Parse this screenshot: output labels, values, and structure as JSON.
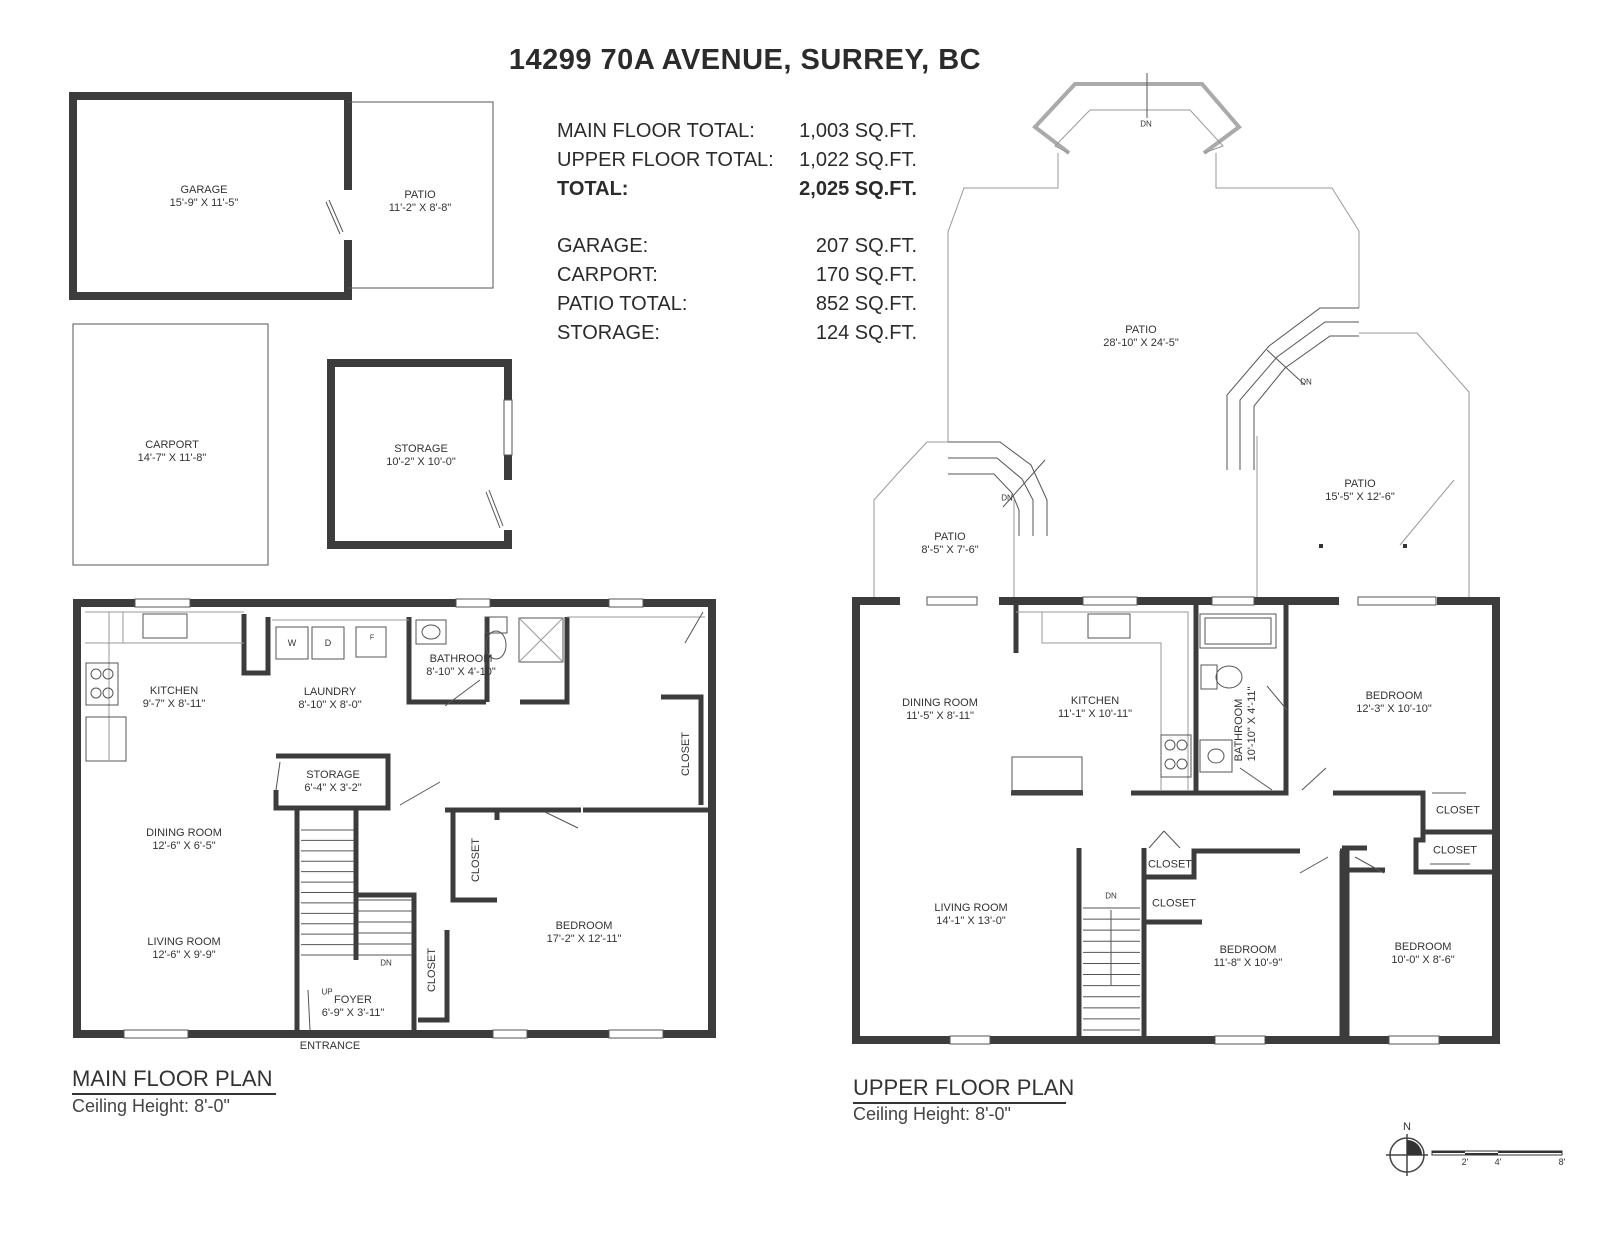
{
  "title": "14299 70A AVENUE, SURREY, BC",
  "area_summary": [
    {
      "label": "MAIN FLOOR TOTAL:",
      "value": "1,003 SQ.FT.",
      "bold": false
    },
    {
      "label": "UPPER FLOOR TOTAL:",
      "value": "1,022 SQ.FT.",
      "bold": false
    },
    {
      "label": "TOTAL:",
      "value": "2,025 SQ.FT.",
      "bold": true
    },
    {
      "label": "GARAGE:",
      "value": "207 SQ.FT.",
      "bold": false
    },
    {
      "label": "CARPORT:",
      "value": "170 SQ.FT.",
      "bold": false
    },
    {
      "label": "PATIO TOTAL:",
      "value": "852 SQ.FT.",
      "bold": false
    },
    {
      "label": "STORAGE:",
      "value": "124 SQ.FT.",
      "bold": false
    }
  ],
  "outbuildings": {
    "garage": {
      "name": "GARAGE",
      "dim": "15'-9\" X 11'-5\""
    },
    "patio": {
      "name": "PATIO",
      "dim": "11'-2\" X 8'-8\""
    },
    "carport": {
      "name": "CARPORT",
      "dim": "14'-7\" X 11'-8\""
    },
    "storage": {
      "name": "STORAGE",
      "dim": "10'-2\" X 10'-0\""
    }
  },
  "main_floor": {
    "plan_title": "MAIN FLOOR PLAN",
    "ceiling": "Ceiling Height: 8'-0\"",
    "rooms": {
      "kitchen": {
        "name": "KITCHEN",
        "dim": "9'-7\" X 8'-11\""
      },
      "laundry": {
        "name": "LAUNDRY",
        "dim": "8'-10\" X 8'-0\""
      },
      "bathroom": {
        "name": "BATHROOM",
        "dim": "8'-10\" X 4'-10\""
      },
      "storage": {
        "name": "STORAGE",
        "dim": "6'-4\" X 3'-2\""
      },
      "dining": {
        "name": "DINING ROOM",
        "dim": "12'-6\" X 6'-5\""
      },
      "living": {
        "name": "LIVING ROOM",
        "dim": "12'-6\" X 9'-9\""
      },
      "bedroom": {
        "name": "BEDROOM",
        "dim": "17'-2\" X 12'-11\""
      },
      "foyer": {
        "name": "FOYER",
        "dim": "6'-9\" X 3'-11\""
      }
    },
    "closets": [
      "CLOSET",
      "CLOSET",
      "CLOSET"
    ],
    "marks": {
      "up": "UP",
      "dn": "DN",
      "entrance": "ENTRANCE",
      "washer": "W",
      "dryer": "D",
      "fridge": "F"
    }
  },
  "upper_floor": {
    "plan_title": "UPPER FLOOR PLAN",
    "ceiling": "Ceiling Height: 8'-0\"",
    "rooms": {
      "patio_main": {
        "name": "PATIO",
        "dim": "28'-10\" X 24'-5\""
      },
      "patio_right": {
        "name": "PATIO",
        "dim": "15'-5\" X 12'-6\""
      },
      "patio_left": {
        "name": "PATIO",
        "dim": "8'-5\" X 7'-6\""
      },
      "dining": {
        "name": "DINING ROOM",
        "dim": "11'-5\" X 8'-11\""
      },
      "kitchen": {
        "name": "KITCHEN",
        "dim": "11'-1\" X 10'-11\""
      },
      "bathroom": {
        "name": "BATHROOM",
        "dim": "10'-10\" X 4'-11\""
      },
      "bedroom1": {
        "name": "BEDROOM",
        "dim": "12'-3\" X 10'-10\""
      },
      "living": {
        "name": "LIVING ROOM",
        "dim": "14'-1\" X 13'-0\""
      },
      "bedroom2": {
        "name": "BEDROOM",
        "dim": "11'-8\" X 10'-9\""
      },
      "bedroom3": {
        "name": "BEDROOM",
        "dim": "10'-0\" X 8'-6\""
      }
    },
    "closets": [
      "CLOSET",
      "CLOSET",
      "CLOSET",
      "CLOSET"
    ],
    "marks": {
      "dn": "DN"
    }
  },
  "legend": {
    "north": "N",
    "scale": [
      "2'",
      "4'",
      "8'"
    ]
  }
}
